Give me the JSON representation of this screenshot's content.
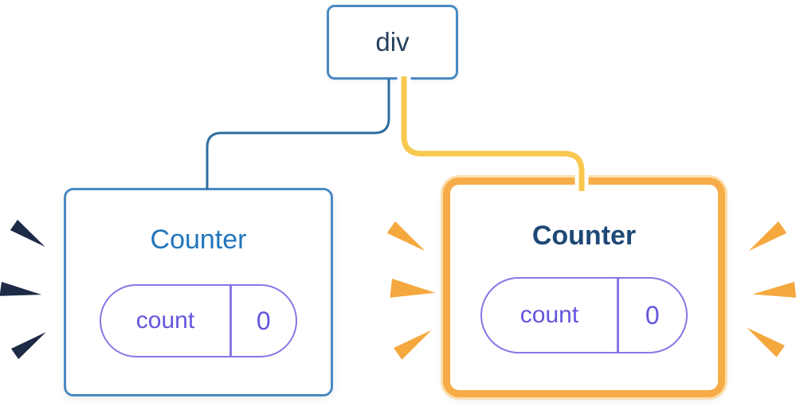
{
  "diagram": {
    "root": {
      "label": "div"
    },
    "children": [
      {
        "label": "Counter",
        "state": {
          "key": "count",
          "value": "0"
        },
        "highlighted": false
      },
      {
        "label": "Counter",
        "state": {
          "key": "count",
          "value": "0"
        },
        "highlighted": true
      }
    ]
  },
  "icons": {
    "left_emphasis": "burst-rays-navy",
    "right_inner_emphasis": "burst-rays-orange",
    "right_outer_emphasis": "burst-rays-orange"
  },
  "colors": {
    "background": "#FFFFFF",
    "card_border_blue": "#4A8AC2",
    "connector_blue": "#2E6E9E",
    "title_blue": "#2175BC",
    "title_navy": "#1E4976",
    "root_text": "#27405C",
    "state_text_purple": "#6355DC",
    "state_border_purple": "#8578E6",
    "highlight_ring_orange": "#F6AC47",
    "highlight_ring_halo": "#FCDFB0",
    "connector_gold": "#F8C84F",
    "burst_navy": "#1E2B47",
    "burst_orange": "#F5A83E"
  }
}
